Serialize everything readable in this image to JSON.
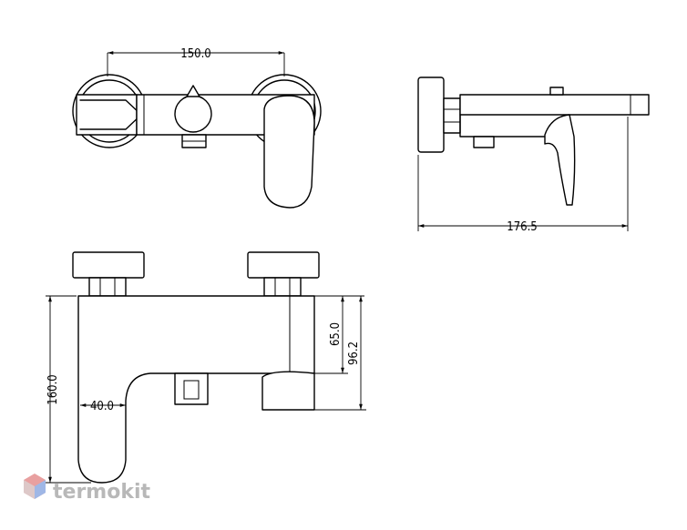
{
  "dimensions": {
    "top_width": "150.0",
    "side_length": "176.5",
    "front_height_165": "65.0",
    "front_height_total": "96.2",
    "front_drop": "160.0",
    "front_spout_width": "40.0"
  },
  "watermark": {
    "brand": "termokit",
    "logo_colors": [
      "#e8a0a0",
      "#9fb7e6",
      "#d9d9d9"
    ]
  }
}
